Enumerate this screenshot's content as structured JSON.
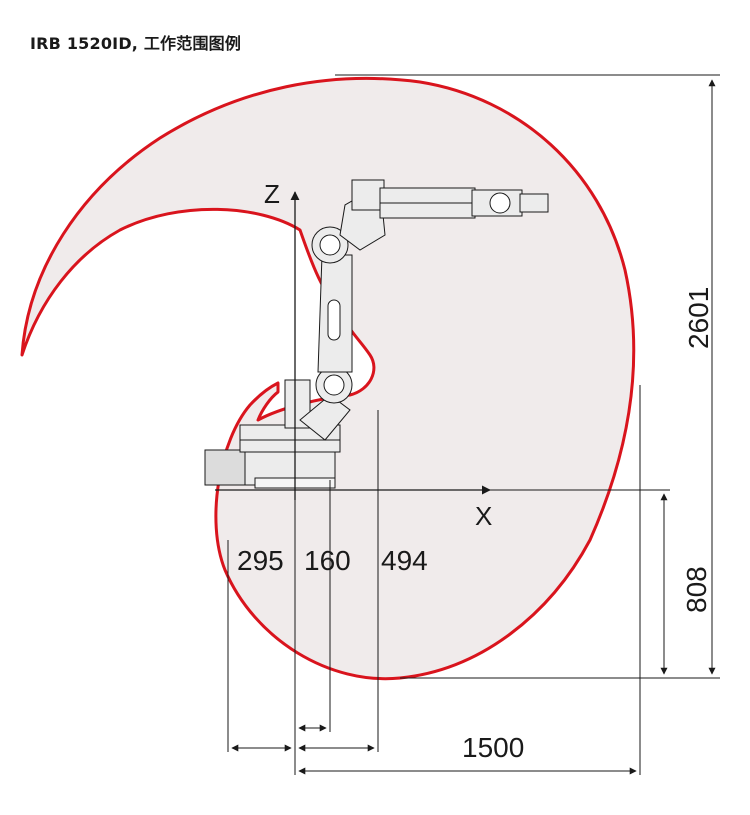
{
  "title": "IRB 1520ID, 工作范围图例",
  "axes": {
    "x": "X",
    "z": "Z"
  },
  "dimensions": {
    "total_height": "2601",
    "below_base": "808",
    "reach": "1500",
    "rear": "295",
    "offset": "160",
    "inner": "494"
  },
  "colors": {
    "envelope_stroke": "#d9141d",
    "envelope_fill": "#f0ebeb",
    "lines": "#1a1a1a",
    "robot_fill": "#ececec"
  }
}
